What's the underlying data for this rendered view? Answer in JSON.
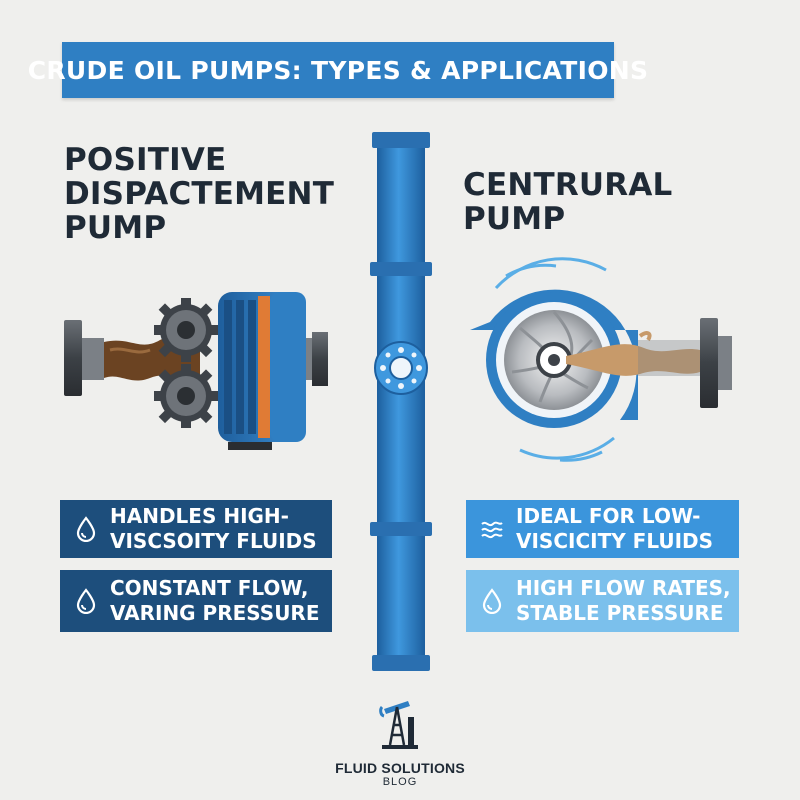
{
  "title": "CRUDE OIL PUMPS: TYPES & APPLICATIONS",
  "left": {
    "heading": "POSITIVE\nDISPACTEMENT\nPUMP",
    "cards": [
      {
        "line1": "HANDLES HIGH-",
        "line2": "VISCSOITY FLUIDS",
        "icon": "droplet-icon"
      },
      {
        "line1": "CONSTANT FLOW,",
        "line2": "VARING PRESSURE",
        "icon": "droplet-icon"
      }
    ]
  },
  "right": {
    "heading": "CENTRURAL\nPUMP",
    "cards": [
      {
        "line1": "IDEAL FOR LOW-",
        "line2": "VISCICITY FLUIDS",
        "icon": "waves-icon"
      },
      {
        "line1": "HIGH FLOW RATES,",
        "line2": "STABLE PRESSURE",
        "icon": "droplet-icon"
      }
    ]
  },
  "brand": {
    "name": "FLUID SOLUTIONS",
    "sub": "BLOG",
    "icon": "pumpjack-icon"
  },
  "colors": {
    "title_bg": "#2f7fc3",
    "dark_card": "#1d4e7c",
    "mid_card": "#3b95dc",
    "light_card": "#7bc0ec",
    "pipe_blue": "#2f7fc3",
    "crude_brown": "#6b4322",
    "light_crude": "#c79a6a"
  }
}
